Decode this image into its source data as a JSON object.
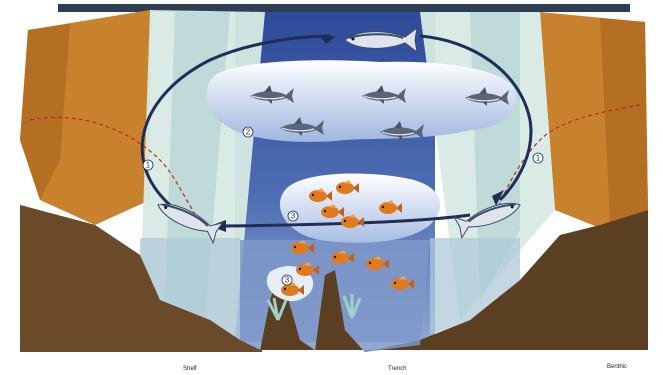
{
  "header": {
    "bar_color": "#2f3e52"
  },
  "labels": {
    "marker_1_left": "1",
    "marker_1_right": "1",
    "marker_2": "2",
    "marker_3": "3",
    "marker_3_bottom": "3",
    "bottom_left": "Shelf",
    "bottom_center": "Trench",
    "bottom_right": "Benthic"
  },
  "colors": {
    "land": "#c8822e",
    "land_dark": "#8a5a22",
    "water_deep": "#3e5aa0",
    "water_mid": "#6a86bf",
    "water_light": "#c9dfe4",
    "slope_light": "#dfeee9",
    "seabed": "#5b3f23",
    "arrow": "#1f2d57",
    "dashed_line": "#c1272d",
    "fish_orange": "#e07a1f"
  },
  "icons": [
    "tuna-icon",
    "shark-icon",
    "reef-fish-icon",
    "anemone-icon"
  ]
}
